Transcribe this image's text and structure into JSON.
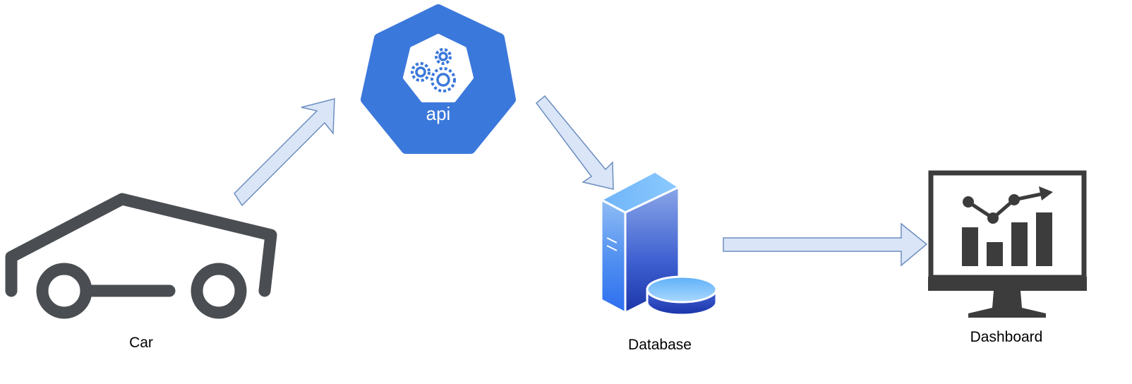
{
  "nodes": {
    "car": {
      "label": "Car",
      "icon": "car-icon"
    },
    "api": {
      "label": "api",
      "icon": "kubernetes-api-icon"
    },
    "database": {
      "label": "Database",
      "icon": "database-server-icon"
    },
    "dashboard": {
      "label": "Dashboard",
      "icon": "dashboard-monitor-icon"
    }
  },
  "edges": [
    {
      "from": "Car",
      "to": "api"
    },
    {
      "from": "api",
      "to": "Database"
    },
    {
      "from": "Database",
      "to": "Dashboard"
    }
  ],
  "colors": {
    "arrow_fill": "#dae5f8",
    "arrow_stroke": "#6c8ebf",
    "api_blue": "#3b78db",
    "icon_dark": "#4a4d52",
    "monitor_dark": "#3c3c3c"
  }
}
